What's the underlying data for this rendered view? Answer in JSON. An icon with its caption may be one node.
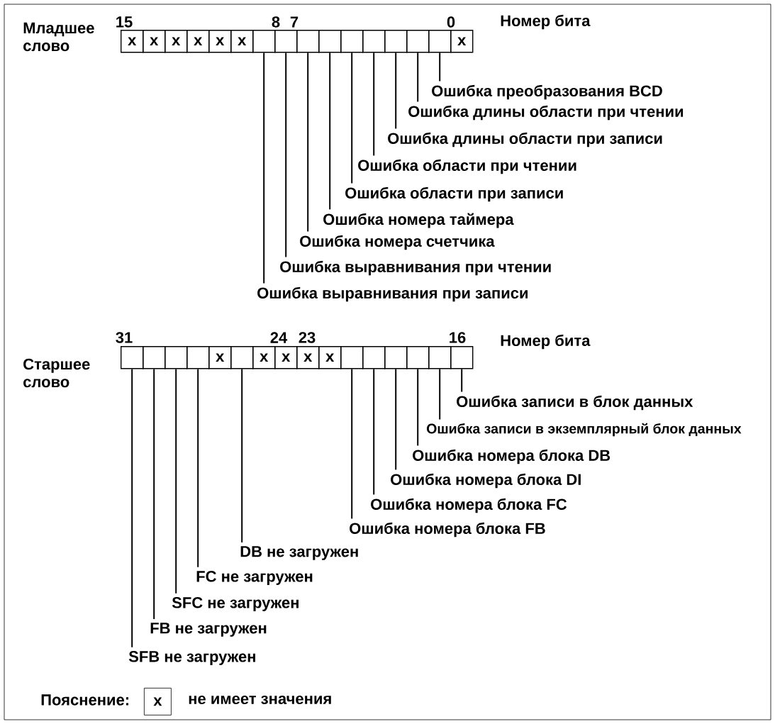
{
  "diagram": {
    "nodes": [
      {
        "text": [
          "x"
        ]
      },
      {
        "text": [
          "x"
        ]
      },
      {
        "text": [
          "x"
        ]
      },
      {
        "text": [
          "x"
        ]
      },
      {
        "text": [
          "x"
        ]
      },
      {
        "text": [
          "x"
        ]
      },
      {
        "text": [],
        "shape": "box"
      },
      {
        "text": [],
        "shape": "box"
      },
      {
        "text": [],
        "shape": "box"
      },
      {
        "text": [],
        "shape": "box"
      },
      {
        "text": [],
        "shape": "box"
      },
      {
        "text": [],
        "shape": "box"
      },
      {
        "text": [],
        "shape": "box"
      },
      {
        "text": [],
        "shape": "box"
      },
      {
        "text": [],
        "shape": "box"
      },
      {
        "text": [
          "x"
        ]
      },
      {
        "text": [
          "Ошибка преобразования BCD"
        ]
      },
      {
        "text": [
          "Ошибка длины области при чтении"
        ]
      },
      {
        "text": [
          "Ошибка длины области при записи"
        ]
      },
      {
        "text": [
          "Ошибка области при чтении"
        ]
      },
      {
        "text": [
          "Ошибка области при записи"
        ]
      },
      {
        "text": [
          "Ошибка номера таймера"
        ]
      },
      {
        "text": [
          "Ошибка номера счетчика"
        ]
      },
      {
        "text": [
          "Ошибка выравнивания при чтении"
        ]
      },
      {
        "text": [
          "Ошибка выравнивания при записи"
        ]
      },
      {
        "text": [],
        "shape": "box"
      },
      {
        "text": [],
        "shape": "box"
      },
      {
        "text": [],
        "shape": "box"
      },
      {
        "text": [],
        "shape": "box"
      },
      {
        "text": [
          "x"
        ]
      },
      {
        "text": [],
        "shape": "box"
      },
      {
        "text": [
          "x"
        ]
      },
      {
        "text": [
          "x"
        ]
      },
      {
        "text": [
          "x"
        ]
      },
      {
        "text": [
          "x"
        ]
      },
      {
        "text": [],
        "shape": "box"
      },
      {
        "text": [],
        "shape": "box"
      },
      {
        "text": [],
        "shape": "box"
      },
      {
        "text": [],
        "shape": "box"
      },
      {
        "text": [],
        "shape": "box"
      },
      {
        "text": [],
        "shape": "box"
      },
      {
        "text": [
          "Ошибка записи в блок данных"
        ]
      },
      {
        "text": [
          "Ошибка записи в экземплярный блок  данных"
        ]
      },
      {
        "text": [
          "Ошибка номера блока DB"
        ]
      },
      {
        "text": [
          "Ошибка номера блока DI"
        ]
      },
      {
        "text": [
          "Ошибка номера блока FC"
        ]
      },
      {
        "text": [
          "Ошибка номера блока FB"
        ]
      },
      {
        "text": [
          "DB не загружен"
        ]
      },
      {
        "text": [
          "FC не загружен"
        ]
      },
      {
        "text": [
          "SFC не загружен"
        ]
      },
      {
        "text": [
          "FB не загружен"
        ]
      },
      {
        "text": [
          "SFB не загружен"
        ]
      },
      {
        "text": [
          "x"
        ]
      }
    ],
    "edges": [
      {
        "from": 14,
        "to": 16,
        "arrow": "none"
      },
      {
        "from": 13,
        "to": 17,
        "arrow": "none"
      },
      {
        "from": 12,
        "to": 18,
        "arrow": "none"
      },
      {
        "from": 11,
        "to": 19,
        "arrow": "none"
      },
      {
        "from": 10,
        "to": 20,
        "arrow": "none"
      },
      {
        "from": 9,
        "to": 21,
        "arrow": "none"
      },
      {
        "from": 8,
        "to": 22,
        "arrow": "none"
      },
      {
        "from": 7,
        "to": 23,
        "arrow": "none"
      },
      {
        "from": 6,
        "to": 24,
        "arrow": "none"
      },
      {
        "from": 40,
        "to": 41,
        "arrow": "none"
      },
      {
        "from": 39,
        "to": 42,
        "arrow": "none"
      },
      {
        "from": 38,
        "to": 43,
        "arrow": "none"
      },
      {
        "from": 37,
        "to": 44,
        "arrow": "none"
      },
      {
        "from": 36,
        "to": 45,
        "arrow": "none"
      },
      {
        "from": 35,
        "to": 46,
        "arrow": "none"
      },
      {
        "from": 30,
        "to": 47,
        "arrow": "none"
      },
      {
        "from": 28,
        "to": 48,
        "arrow": "none"
      },
      {
        "from": 27,
        "to": 49,
        "arrow": "none"
      },
      {
        "from": 26,
        "to": 50,
        "arrow": "none"
      },
      {
        "from": 25,
        "to": 51,
        "arrow": "none"
      }
    ],
    "labels": [
      "15",
      "8",
      "7",
      "0",
      "Младшее слово",
      "Номер бита",
      "31",
      "24",
      "23",
      "16",
      "Старшее слово",
      "Номер бита",
      "Пояснение:",
      "не имеет значения"
    ]
  }
}
